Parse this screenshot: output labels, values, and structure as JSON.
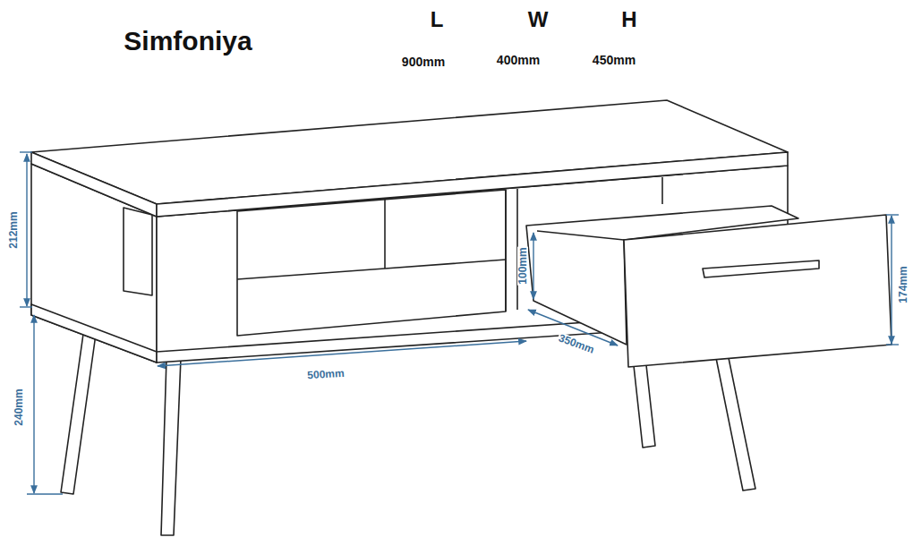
{
  "diagram": {
    "title": "Simfoniya",
    "labels": [
      "L",
      "W",
      "H",
      "900mm",
      "400mm",
      "450mm",
      "212mm",
      "240mm",
      "500mm",
      "100mm",
      "174mm",
      "350mm"
    ]
  }
}
